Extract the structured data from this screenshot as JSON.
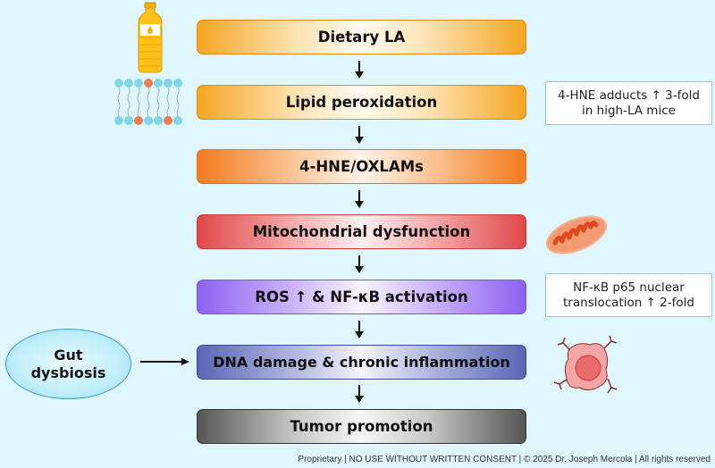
{
  "steps": [
    {
      "label": "Dietary LA",
      "color": "#f5a623"
    },
    {
      "label": "Lipid peroxidation",
      "color": "#f5a623"
    },
    {
      "label": "4-HNE/OXLAMs",
      "color": "#f27b1f"
    },
    {
      "label": "Mitochondrial dysfunction",
      "color": "#e04848"
    },
    {
      "label": "ROS ↑ & NF-κB activation",
      "color": "#8c62ee"
    },
    {
      "label": "DNA damage & chronic inflammation",
      "color": "#5966b4"
    },
    {
      "label": "Tumor promotion",
      "color": "#555555"
    }
  ],
  "notes": {
    "lipid": {
      "line1": "4-HNE adducts ↑ 3-fold",
      "line2": "in high-LA mice"
    },
    "nfkb": {
      "line1": "NF-κB p65 nuclear",
      "line2": "translocation ↑ 2-fold"
    }
  },
  "side_input": {
    "line1": "Gut",
    "line2": "dysbiosis"
  },
  "icons": [
    "oil-bottle-icon",
    "lipid-bilayer-icon",
    "mitochondrion-icon",
    "inflamed-cell-icon"
  ],
  "footer": "Proprietary | NO USE WITHOUT WRITTEN CONSENT | © 2025 Dr. Joseph Mercola | All rights reserved"
}
